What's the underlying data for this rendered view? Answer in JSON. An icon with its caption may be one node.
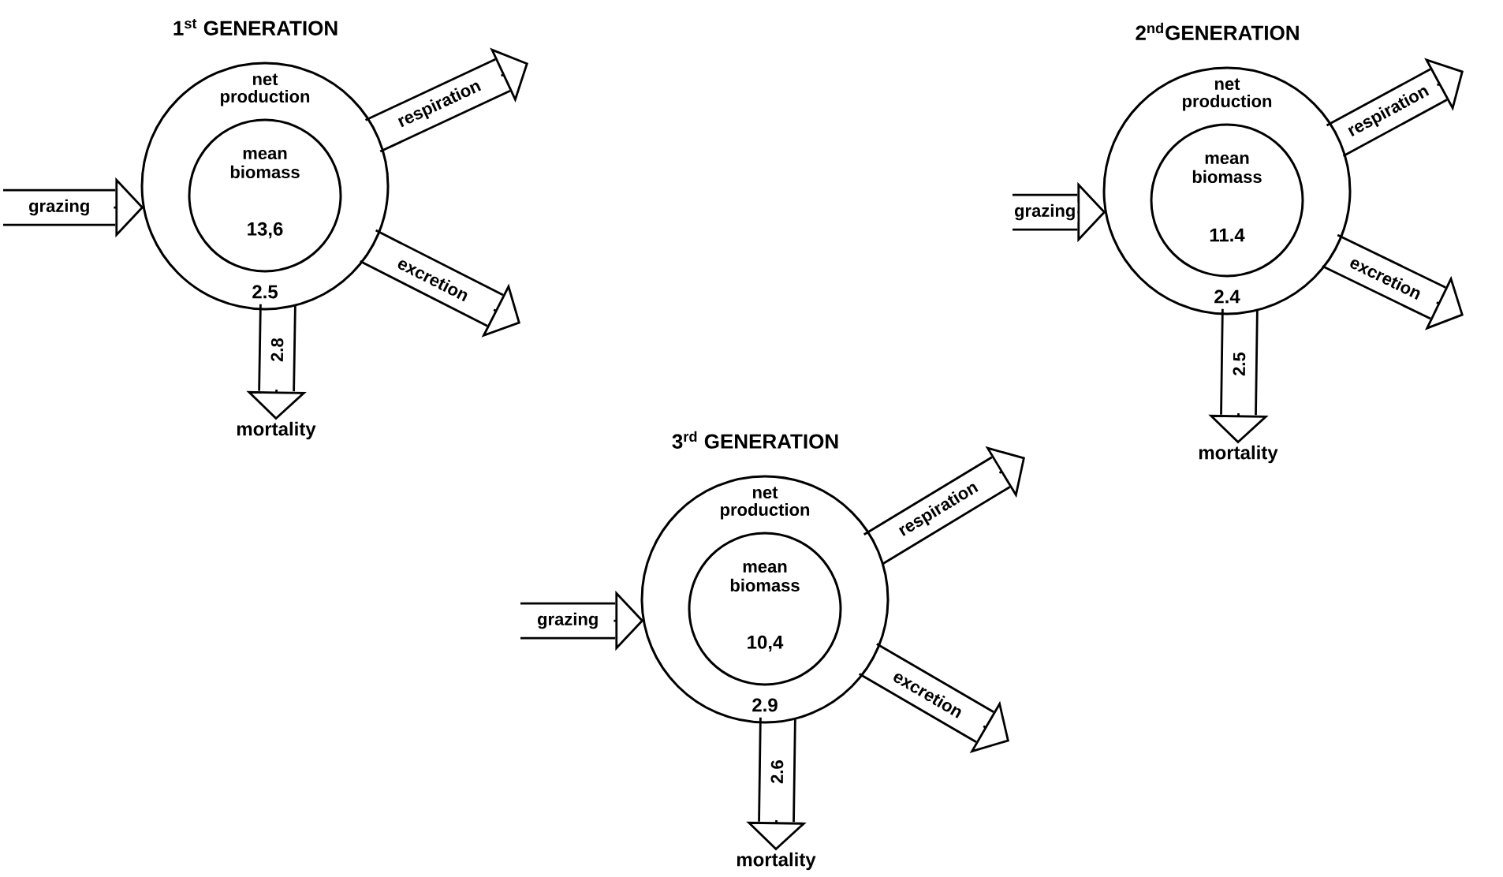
{
  "diagram": {
    "nodes": [
      {
        "text": [
          "1$^{st}$ GENERATION",
          "net production",
          "2.5"
        ]
      },
      {
        "text": [
          "mean biomass",
          "13,6"
        ],
        "in": 0
      },
      {
        "text": [
          "mortality"
        ]
      },
      {
        "text": [
          "2$^{nd}$GENERATION",
          "net production",
          "2.4"
        ]
      },
      {
        "text": [
          "mean biomass",
          "11.4"
        ],
        "in": 3
      },
      {
        "text": [
          "mortality"
        ]
      },
      {
        "text": [
          "3$^{rd}$ GENERATION",
          "net production",
          "2.9"
        ]
      },
      {
        "text": [
          "mean biomass",
          "10,4"
        ],
        "in": 6
      },
      {
        "text": [
          "mortality"
        ]
      }
    ],
    "edges": [
      {
        "from": null,
        "to": 0,
        "arrow": "to",
        "label": "grazing"
      },
      {
        "from": 0,
        "to": null,
        "arrow": "to",
        "label": "respiration"
      },
      {
        "from": 0,
        "to": null,
        "arrow": "to",
        "label": "excretion"
      },
      {
        "from": 0,
        "to": 2,
        "arrow": "to",
        "label": "2.8"
      },
      {
        "from": null,
        "to": 3,
        "arrow": "to",
        "label": "grazing"
      },
      {
        "from": 3,
        "to": null,
        "arrow": "to",
        "label": "respiration"
      },
      {
        "from": 3,
        "to": null,
        "arrow": "to",
        "label": "excretion"
      },
      {
        "from": 3,
        "to": 5,
        "arrow": "to",
        "label": "2.5"
      },
      {
        "from": null,
        "to": 6,
        "arrow": "to",
        "label": "grazing"
      },
      {
        "from": 6,
        "to": null,
        "arrow": "to",
        "label": "respiration"
      },
      {
        "from": 6,
        "to": null,
        "arrow": "to",
        "label": "excretion"
      },
      {
        "from": 6,
        "to": 8,
        "arrow": "to",
        "label": "2.6"
      }
    ]
  }
}
